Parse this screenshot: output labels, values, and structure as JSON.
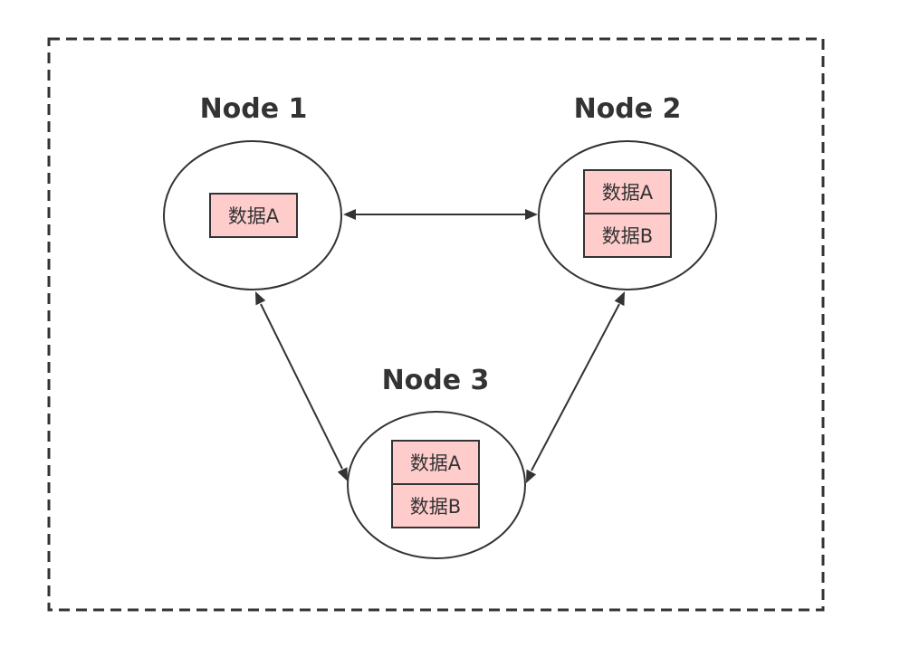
{
  "nodes": {
    "node1": {
      "title": "Node 1",
      "cells": [
        "数据A"
      ]
    },
    "node2": {
      "title": "Node 2",
      "cells": [
        "数据A",
        "数据B"
      ]
    },
    "node3": {
      "title": "Node 3",
      "cells": [
        "数据A",
        "数据B"
      ]
    }
  },
  "edges": [
    {
      "from": "node1",
      "to": "node2",
      "direction": "bidirectional"
    },
    {
      "from": "node1",
      "to": "node3",
      "direction": "bidirectional"
    },
    {
      "from": "node2",
      "to": "node3",
      "direction": "bidirectional"
    }
  ],
  "colors": {
    "stroke": "#333333",
    "cell_fill": "#ffcccc",
    "background": "#ffffff"
  }
}
